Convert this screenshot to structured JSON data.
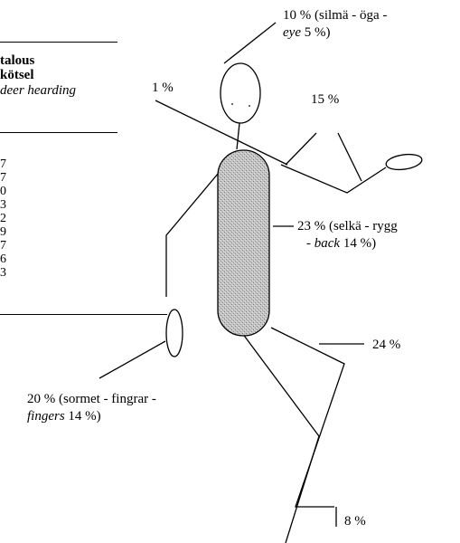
{
  "table_fragment": {
    "header": [
      "talous",
      "kötsel",
      "deer hearding"
    ],
    "values": [
      "7",
      "7",
      "0",
      "3",
      "2",
      "9",
      "7",
      "6",
      "3"
    ]
  },
  "labels": {
    "eye": {
      "line1": "10 % (silmä - öga -",
      "line2_em": "eye",
      "line2_rest": " 5 %)"
    },
    "shoulder": "1 %",
    "arm": "15 %",
    "back": {
      "line1": "23 % (selkä - rygg",
      "line2_pre": "- ",
      "line2_em": "back",
      "line2_rest": " 14 %)"
    },
    "knee": "24 %",
    "fingers": {
      "line1": "20 % (sormet - fingrar -",
      "line2_em": "fingers",
      "line2_rest": " 14 %)"
    },
    "foot": "8 %"
  },
  "colors": {
    "ink": "#000000",
    "torso_fill": "#b8b8b8"
  }
}
